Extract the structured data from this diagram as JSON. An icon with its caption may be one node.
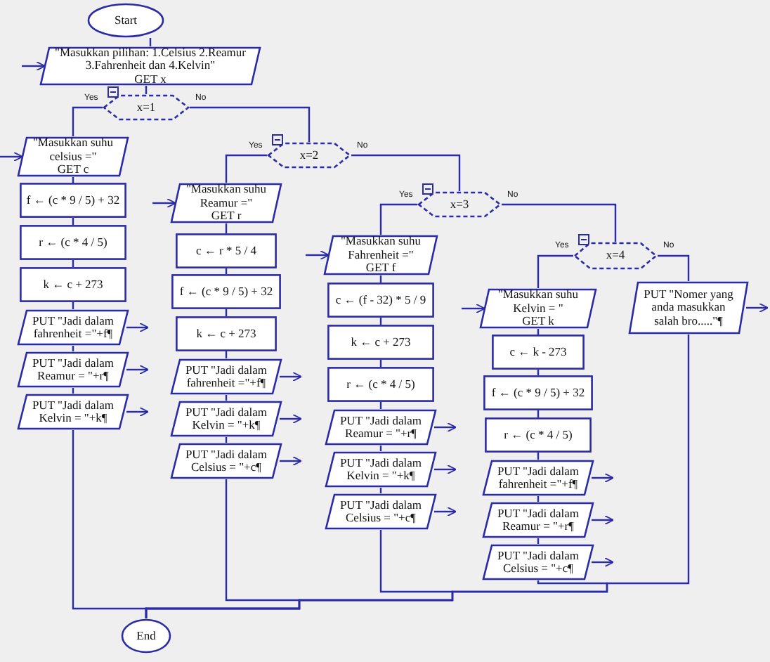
{
  "diagram": {
    "nodes": [
      {
        "text": [
          "Start"
        ]
      },
      {
        "text": [
          "\"Masukkan pilihan: 1.Celsius 2.Reamur 3.Fahrenheit dan 4.Kelvin\"",
          "GET x"
        ]
      },
      {
        "text": [
          "x=1"
        ]
      },
      {
        "text": [
          "\"Masukkan suhu celsius =\"",
          "GET c"
        ]
      },
      {
        "text": [
          "f ← (c * 9 / 5) + 32"
        ]
      },
      {
        "text": [
          "r ← (c * 4 / 5)"
        ]
      },
      {
        "text": [
          "k ← c + 273"
        ]
      },
      {
        "text": [
          "PUT \"Jadi dalam fahrenheit =\"+f¶"
        ]
      },
      {
        "text": [
          "PUT \"Jadi dalam Reamur = \"+r¶"
        ]
      },
      {
        "text": [
          "PUT \"Jadi dalam Kelvin = \"+k¶"
        ]
      },
      {
        "text": [
          "x=2"
        ]
      },
      {
        "text": [
          "\"Masukkan suhu Reamur =\"",
          "GET r"
        ]
      },
      {
        "text": [
          "c ← r * 5 / 4"
        ]
      },
      {
        "text": [
          "f ← (c * 9 / 5) + 32"
        ]
      },
      {
        "text": [
          "k ← c + 273"
        ]
      },
      {
        "text": [
          "PUT \"Jadi dalam fahrenheit =\"+f¶"
        ]
      },
      {
        "text": [
          "PUT \"Jadi dalam Kelvin = \"+k¶"
        ]
      },
      {
        "text": [
          "PUT \"Jadi dalam Celsius = \"+c¶"
        ]
      },
      {
        "text": [
          "x=3"
        ]
      },
      {
        "text": [
          "\"Masukkan suhu Fahrenheit =\"",
          "GET f"
        ]
      },
      {
        "text": [
          "c ← (f - 32) * 5 / 9"
        ]
      },
      {
        "text": [
          "k ← c + 273"
        ]
      },
      {
        "text": [
          "r ← (c * 4 / 5)"
        ]
      },
      {
        "text": [
          "PUT \"Jadi dalam Reamur = \"+r¶"
        ]
      },
      {
        "text": [
          "PUT \"Jadi dalam Kelvin = \"+k¶"
        ]
      },
      {
        "text": [
          "PUT \"Jadi dalam Celsius = \"+c¶"
        ]
      },
      {
        "text": [
          "x=4"
        ]
      },
      {
        "text": [
          "\"Masukkan suhu Kelvin = \"",
          "GET k"
        ]
      },
      {
        "text": [
          "c ← k - 273"
        ]
      },
      {
        "text": [
          "f ← (c * 9 / 5) + 32"
        ]
      },
      {
        "text": [
          "r ← (c * 4 / 5)"
        ]
      },
      {
        "text": [
          "PUT \"Jadi dalam fahrenheit =\"+f¶"
        ]
      },
      {
        "text": [
          "PUT \"Jadi dalam Reamur = \"+r¶"
        ]
      },
      {
        "text": [
          "PUT \"Jadi dalam Celsius = \"+c¶"
        ]
      },
      {
        "text": [
          "PUT \"Nomer yang anda masukkan salah bro.....\"¶"
        ]
      },
      {
        "text": [
          "End"
        ]
      }
    ],
    "edges": [
      {
        "from": 0,
        "to": 1,
        "arrow": "none"
      },
      {
        "from": 1,
        "to": 2,
        "arrow": "none"
      },
      {
        "from": 2,
        "to": 3,
        "arrow": "none",
        "label": "Yes"
      },
      {
        "from": 3,
        "to": 4,
        "arrow": "none"
      },
      {
        "from": 4,
        "to": 5,
        "arrow": "none"
      },
      {
        "from": 5,
        "to": 6,
        "arrow": "none"
      },
      {
        "from": 6,
        "to": 7,
        "arrow": "none"
      },
      {
        "from": 7,
        "to": 8,
        "arrow": "none"
      },
      {
        "from": 8,
        "to": 9,
        "arrow": "none"
      },
      {
        "from": 9,
        "to": 35,
        "arrow": "none"
      },
      {
        "from": 2,
        "to": 10,
        "arrow": "none",
        "label": "No"
      },
      {
        "from": 10,
        "to": 11,
        "arrow": "none",
        "label": "Yes"
      },
      {
        "from": 11,
        "to": 12,
        "arrow": "none"
      },
      {
        "from": 12,
        "to": 13,
        "arrow": "none"
      },
      {
        "from": 13,
        "to": 14,
        "arrow": "none"
      },
      {
        "from": 14,
        "to": 15,
        "arrow": "none"
      },
      {
        "from": 15,
        "to": 16,
        "arrow": "none"
      },
      {
        "from": 16,
        "to": 17,
        "arrow": "none"
      },
      {
        "from": 17,
        "to": 35,
        "arrow": "none"
      },
      {
        "from": 10,
        "to": 18,
        "arrow": "none",
        "label": "No"
      },
      {
        "from": 18,
        "to": 19,
        "arrow": "none",
        "label": "Yes"
      },
      {
        "from": 19,
        "to": 20,
        "arrow": "none"
      },
      {
        "from": 20,
        "to": 21,
        "arrow": "none"
      },
      {
        "from": 21,
        "to": 22,
        "arrow": "none"
      },
      {
        "from": 22,
        "to": 23,
        "arrow": "none"
      },
      {
        "from": 23,
        "to": 24,
        "arrow": "none"
      },
      {
        "from": 24,
        "to": 25,
        "arrow": "none"
      },
      {
        "from": 25,
        "to": 35,
        "arrow": "none"
      },
      {
        "from": 18,
        "to": 26,
        "arrow": "none",
        "label": "No"
      },
      {
        "from": 26,
        "to": 27,
        "arrow": "none",
        "label": "Yes"
      },
      {
        "from": 27,
        "to": 28,
        "arrow": "none"
      },
      {
        "from": 28,
        "to": 29,
        "arrow": "none"
      },
      {
        "from": 29,
        "to": 30,
        "arrow": "none"
      },
      {
        "from": 30,
        "to": 31,
        "arrow": "none"
      },
      {
        "from": 31,
        "to": 32,
        "arrow": "none"
      },
      {
        "from": 32,
        "to": 33,
        "arrow": "none"
      },
      {
        "from": 33,
        "to": 35,
        "arrow": "none"
      },
      {
        "from": 26,
        "to": 34,
        "arrow": "none",
        "label": "No"
      },
      {
        "from": 34,
        "to": 35,
        "arrow": "none"
      },
      {
        "from": null,
        "to": 1,
        "arrow": "to"
      },
      {
        "from": null,
        "to": 3,
        "arrow": "to"
      },
      {
        "from": null,
        "to": 11,
        "arrow": "to"
      },
      {
        "from": null,
        "to": 19,
        "arrow": "to"
      },
      {
        "from": null,
        "to": 27,
        "arrow": "to"
      },
      {
        "from": 7,
        "to": null,
        "arrow": "to"
      },
      {
        "from": 8,
        "to": null,
        "arrow": "to"
      },
      {
        "from": 9,
        "to": null,
        "arrow": "to"
      },
      {
        "from": 15,
        "to": null,
        "arrow": "to"
      },
      {
        "from": 16,
        "to": null,
        "arrow": "to"
      },
      {
        "from": 17,
        "to": null,
        "arrow": "to"
      },
      {
        "from": 23,
        "to": null,
        "arrow": "to"
      },
      {
        "from": 24,
        "to": null,
        "arrow": "to"
      },
      {
        "from": 25,
        "to": null,
        "arrow": "to"
      },
      {
        "from": 31,
        "to": null,
        "arrow": "to"
      },
      {
        "from": 32,
        "to": null,
        "arrow": "to"
      },
      {
        "from": 33,
        "to": null,
        "arrow": "to"
      },
      {
        "from": 34,
        "to": null,
        "arrow": "to"
      }
    ]
  }
}
